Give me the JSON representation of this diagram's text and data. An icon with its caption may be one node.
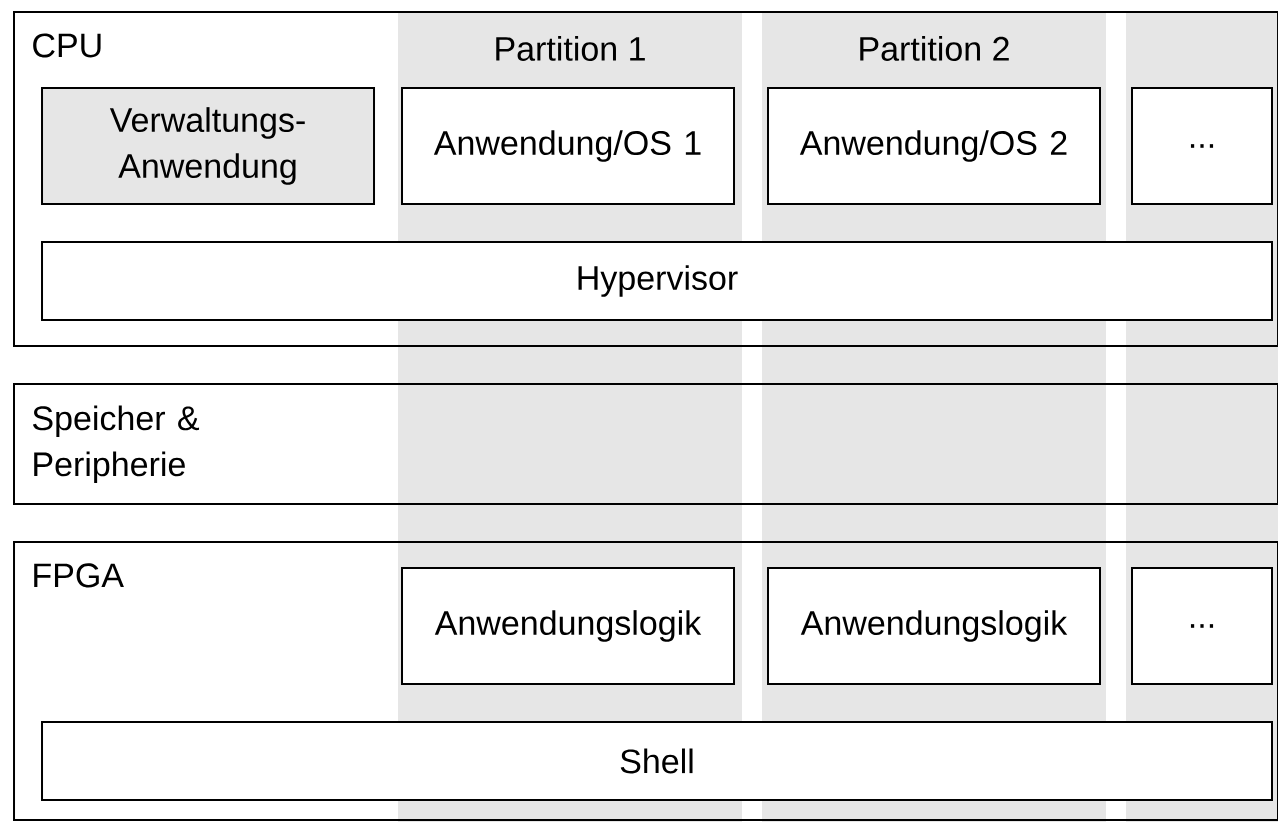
{
  "diagram": {
    "nodes": [
      {
        "text": [
          "CPU"
        ]
      },
      {
        "text": [
          "Partition 1"
        ]
      },
      {
        "text": [
          "Partition 2"
        ]
      },
      {
        "text": [],
        "shape": "band"
      },
      {
        "text": [
          "Verwaltungs-Anwendung"
        ],
        "in": 0
      },
      {
        "text": [
          "Anwendung/OS 1"
        ]
      },
      {
        "text": [
          "Anwendung/OS 2"
        ]
      },
      {
        "text": [
          "..."
        ]
      },
      {
        "text": [
          "Hypervisor"
        ],
        "in": 0
      },
      {
        "text": [
          "Speicher & Peripherie"
        ]
      },
      {
        "text": [
          "FPGA"
        ]
      },
      {
        "text": [
          "Anwendungslogik"
        ]
      },
      {
        "text": [
          "Anwendungslogik"
        ]
      },
      {
        "text": [
          "..."
        ]
      },
      {
        "text": [
          "Shell"
        ],
        "in": 10
      }
    ]
  }
}
